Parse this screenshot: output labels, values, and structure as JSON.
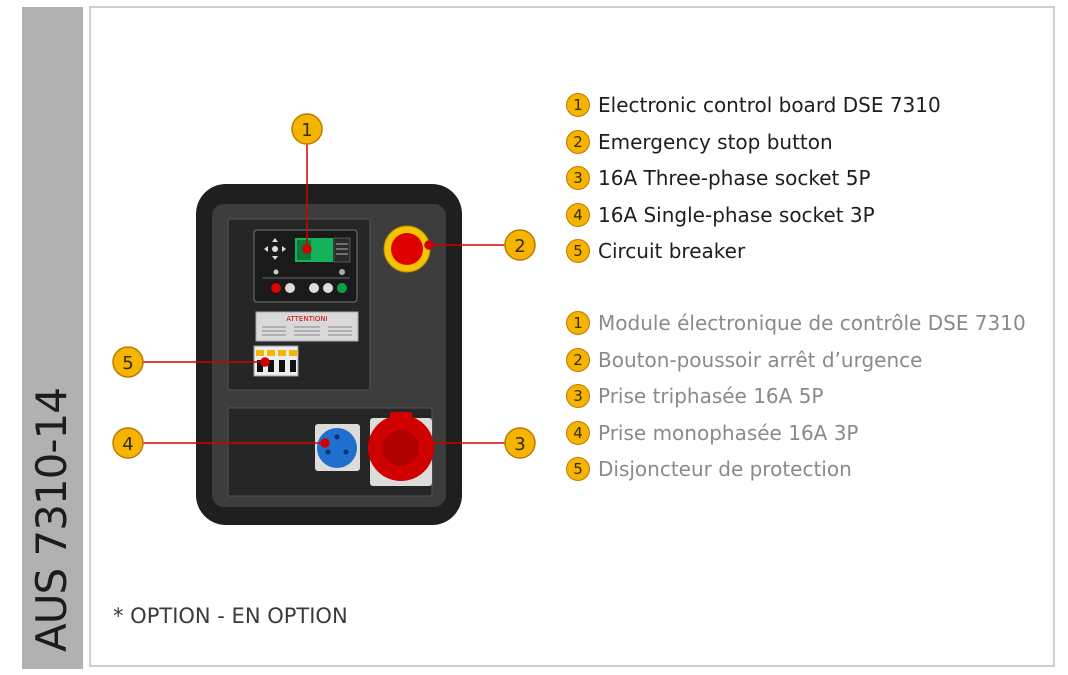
{
  "side_label": "AUS 7310-14",
  "option_note": "* OPTION - EN OPTION",
  "legend_en": [
    {
      "num": "1",
      "text": "Electronic control board DSE 7310"
    },
    {
      "num": "2",
      "text": "Emergency stop button"
    },
    {
      "num": "3",
      "text": "16A Three-phase socket 5P"
    },
    {
      "num": "4",
      "text": "16A Single-phase socket 3P"
    },
    {
      "num": "5",
      "text": "Circuit breaker"
    }
  ],
  "legend_fr": [
    {
      "num": "1",
      "text": "Module électronique de contrôle DSE 7310"
    },
    {
      "num": "2",
      "text": "Bouton-poussoir arrêt d’urgence"
    },
    {
      "num": "3",
      "text": "Prise triphasée 16A 5P"
    },
    {
      "num": "4",
      "text": "Prise monophasée 16A 3P"
    },
    {
      "num": "5",
      "text": "Disjoncteur de protection"
    }
  ],
  "callouts": [
    "1",
    "2",
    "3",
    "4",
    "5"
  ],
  "panel": {
    "warning_label": "ATTENTIONI"
  },
  "colors": {
    "callout_fill": "#f5b400",
    "leader_line": "#d10000",
    "panel_body": "#1f1f1f",
    "panel_face": "#3d3d3d",
    "side_bar": "#b1b1b1",
    "stop_button": "#e10000",
    "single_phase_socket": "#1f6fd1",
    "three_phase_socket": "#d00000"
  }
}
